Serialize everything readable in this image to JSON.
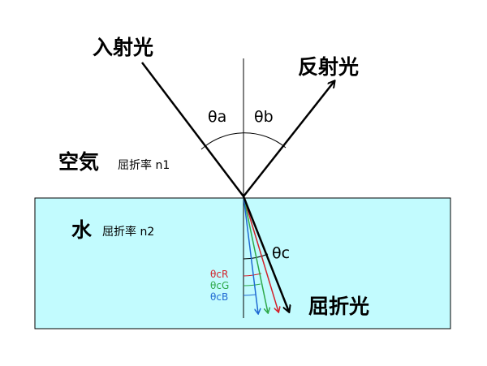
{
  "labels": {
    "incident": "入射光",
    "reflected": "反射光",
    "refracted": "屈折光",
    "theta_a": "θa",
    "theta_b": "θb",
    "theta_c": "θc",
    "air": "空気",
    "air_index": "屈折率 n1",
    "water": "水",
    "water_index": "屈折率 n2",
    "theta_cR": "θcR",
    "theta_cG": "θcG",
    "theta_cB": "θcB"
  },
  "colors": {
    "water_fill": "#c2fbfe",
    "water_text": "#1e69d2",
    "red": "#d2202a",
    "green": "#2ea84a",
    "blue": "#1e69d2",
    "line": "#000000"
  }
}
